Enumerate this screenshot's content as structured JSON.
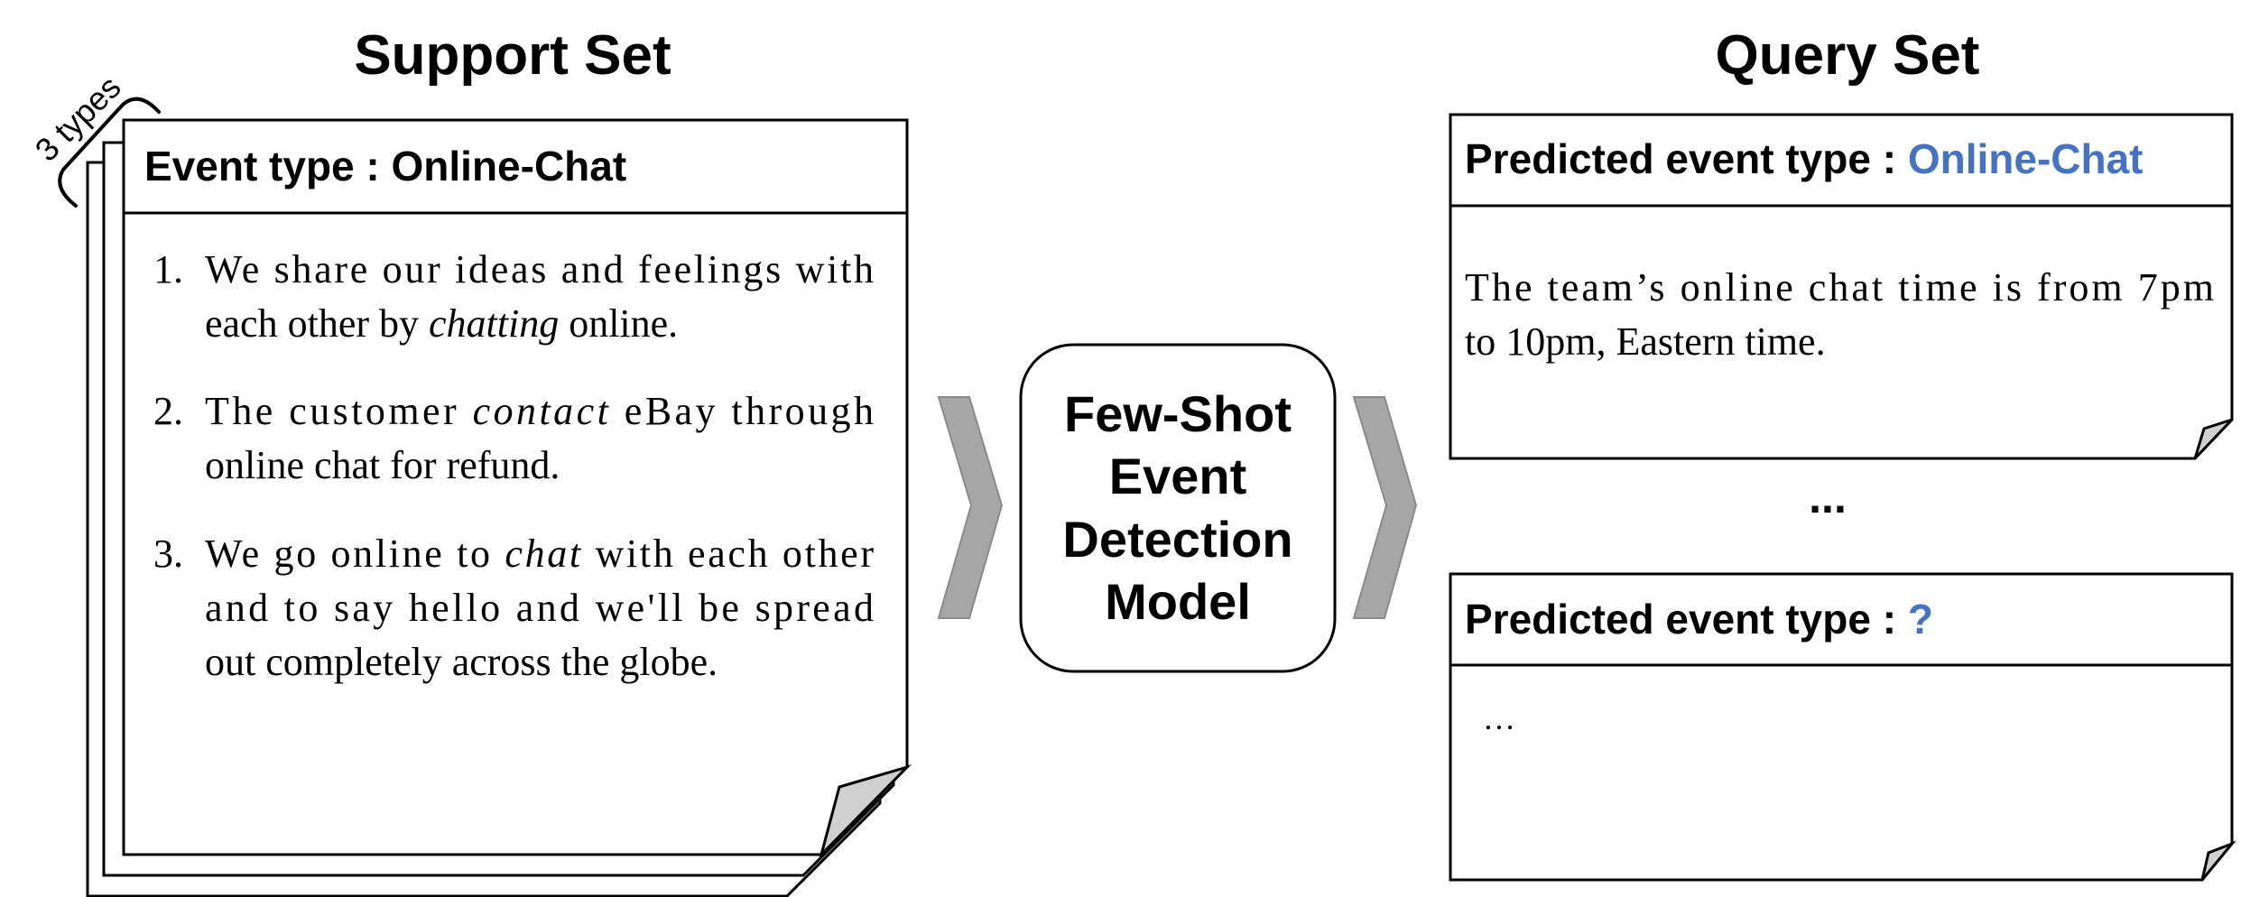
{
  "support": {
    "heading": "Support Set",
    "count_label": "3 types",
    "event_type_label": "Event type : Online-Chat",
    "examples": [
      {
        "num": "1.",
        "lines": [
          [
            {
              "t": "We share our ideas and feelings with"
            }
          ],
          [
            {
              "t": "each other by "
            },
            {
              "t": "chatting",
              "i": true
            },
            {
              "t": " online."
            }
          ]
        ]
      },
      {
        "num": "2.",
        "lines": [
          [
            {
              "t": "The customer "
            },
            {
              "t": "contact",
              "i": true
            },
            {
              "t": " eBay through"
            }
          ],
          [
            {
              "t": "online chat for refund."
            }
          ]
        ]
      },
      {
        "num": "3.",
        "lines": [
          [
            {
              "t": "We go online to "
            },
            {
              "t": "chat",
              "i": true
            },
            {
              "t": " with each other"
            }
          ],
          [
            {
              "t": "and to say hello and we'll be spread"
            }
          ],
          [
            {
              "t": "out completely across the globe."
            }
          ]
        ]
      }
    ]
  },
  "model": {
    "lines": [
      "Few-Shot",
      "Event",
      "Detection",
      "Model"
    ]
  },
  "query": {
    "heading": "Query Set",
    "card1": {
      "label": "Predicted event type : ",
      "value": "Online-Chat",
      "text_lines": [
        "The team’s online chat time is from 7pm",
        "to 10pm, Eastern time."
      ]
    },
    "separator": "...",
    "card2": {
      "label": "Predicted event type : ",
      "value": "?",
      "text": "…"
    }
  },
  "colors": {
    "ink": "#000000",
    "accent_blue": "#4472C4",
    "arrow_gray": "#A6A6A6",
    "fold_gray": "#D0D0D0"
  }
}
